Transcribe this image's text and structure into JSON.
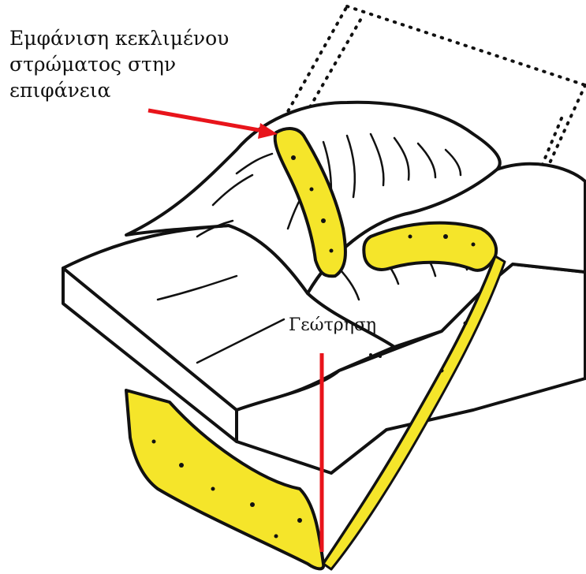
{
  "labels": {
    "outcrop": {
      "line1": "Εμφάνιση κεκλιμένου",
      "line2": "στρώματος στην",
      "line3": "επιφάνεια"
    },
    "borehole": "Γεώτρηση"
  },
  "colors": {
    "layer_fill": "#f5e52a",
    "outline": "#111111",
    "pointer": "#e8141b",
    "background": "#ffffff"
  }
}
